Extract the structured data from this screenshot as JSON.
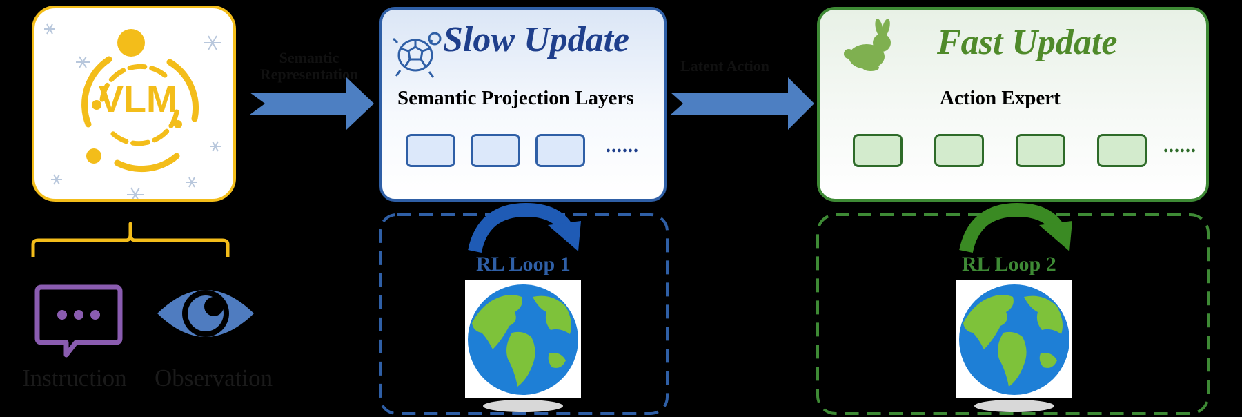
{
  "vlm": {
    "label": "VLM",
    "color": "#f3bd1a"
  },
  "inputs": [
    {
      "label": "Instruction",
      "icon": "chat-bubble-icon",
      "color": "#8a5cb0"
    },
    {
      "label": "Observation",
      "icon": "eye-icon",
      "color": "#4f7cc0"
    }
  ],
  "arrow_1": {
    "line1": "Semantic",
    "line2": "Representation"
  },
  "arrow_2": {
    "label": "Latent Action"
  },
  "slow": {
    "title": "Slow Update",
    "subtitle": "Semantic Projection Layers",
    "ellipsis": "......",
    "loop_label": "RL Loop 1",
    "color": "#2f5fa6"
  },
  "fast": {
    "title": "Fast Update",
    "subtitle": "Action Expert",
    "ellipsis": "......",
    "loop_label": "RL Loop 2",
    "color": "#3e8a35"
  }
}
